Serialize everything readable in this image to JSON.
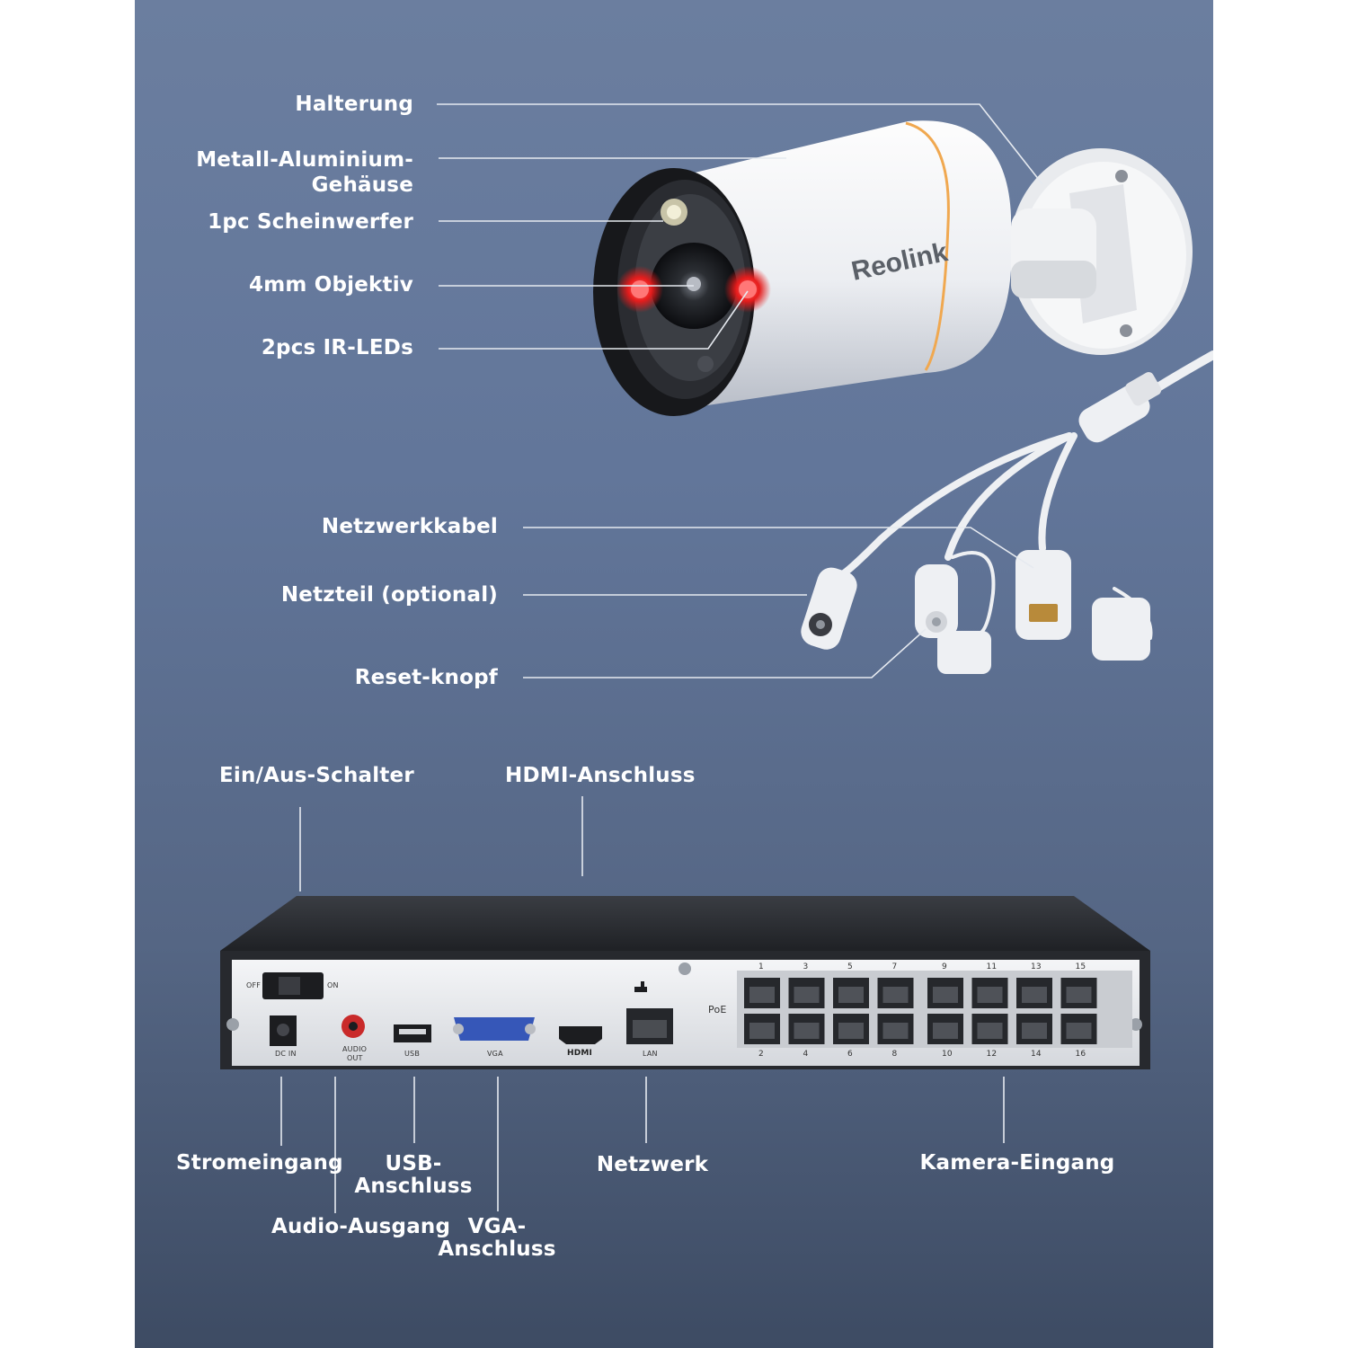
{
  "camera": {
    "brand": "Reolink",
    "labels": {
      "mount": "Halterung",
      "housing_1": "Metall-Aluminium-",
      "housing_2": "Gehäuse",
      "spotlight": "1pc Scheinwerfer",
      "lens": "4mm Objektiv",
      "ir_leds": "2pcs IR-LEDs",
      "network_cable": "Netzwerkkabel",
      "power_adapter": "Netzteil (optional)",
      "reset_button": "Reset-knopf"
    }
  },
  "nvr": {
    "top_labels": {
      "power_switch": "Ein/Aus-Schalter",
      "hdmi": "HDMI-Anschluss"
    },
    "bottom_labels": {
      "power_in": "Stromeingang",
      "audio_out": "Audio-Ausgang",
      "usb_1": "USB-",
      "usb_2": "Anschluss",
      "vga_1": "VGA-",
      "vga_2": "Anschluss",
      "network": "Netzwerk",
      "camera_input": "Kamera-Eingang"
    },
    "panel_text": {
      "off": "OFF",
      "on": "ON",
      "dc_in": "DC IN",
      "audio": "AUDIO",
      "out": "OUT",
      "usb": "USB",
      "vga": "VGA",
      "hdmi": "HDMI",
      "lan": "LAN",
      "poe": "PoE"
    },
    "port_numbers_top": [
      "1",
      "3",
      "5",
      "7",
      "9",
      "11",
      "13",
      "15"
    ],
    "port_numbers_bottom": [
      "2",
      "4",
      "6",
      "8",
      "10",
      "12",
      "14",
      "16"
    ]
  }
}
